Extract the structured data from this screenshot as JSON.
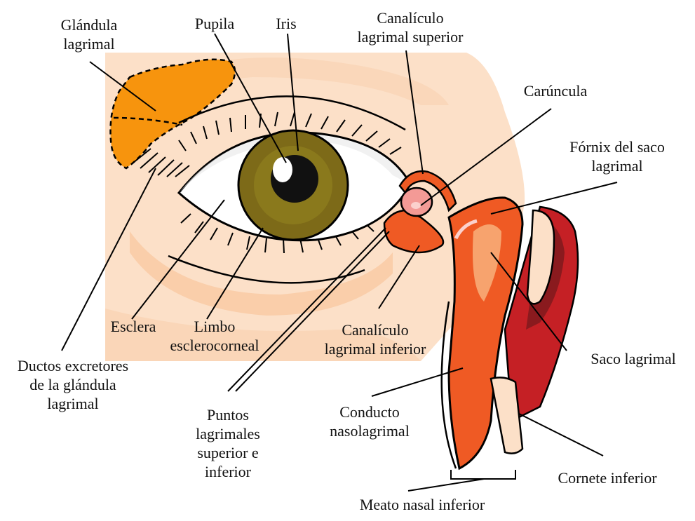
{
  "colors": {
    "skin": "#fce0c8",
    "skin_fold": "#f9cdaa",
    "gland": "#f7940d",
    "iris": "#7d6a18",
    "duct_orange": "#ef5a24",
    "sac_red": "#c52025",
    "sac_dark": "#8a1a1e",
    "caruncle": "#f39a96"
  },
  "labels": {
    "glandula": [
      "Glándula",
      "lagrimal"
    ],
    "pupila": "Pupila",
    "iris": "Iris",
    "canaliculo_sup": [
      "Canalículo",
      "lagrimal superior"
    ],
    "caruncula": "Carúncula",
    "fornix": [
      "Fórnix del saco",
      "lagrimal"
    ],
    "esclera": "Esclera",
    "limbo": [
      "Limbo",
      "esclerocorneal"
    ],
    "canaliculo_inf": [
      "Canalículo",
      "lagrimal inferior"
    ],
    "saco": "Saco lagrimal",
    "ductos": [
      "Ductos excretores",
      "de la glándula",
      "lagrimal"
    ],
    "conducto": [
      "Conducto",
      "nasolagrimal"
    ],
    "puntos": [
      "Puntos",
      "lagrimales",
      "superior e",
      "inferior"
    ],
    "cornete": "Cornete inferior",
    "meato": "Meato nasal inferior"
  }
}
